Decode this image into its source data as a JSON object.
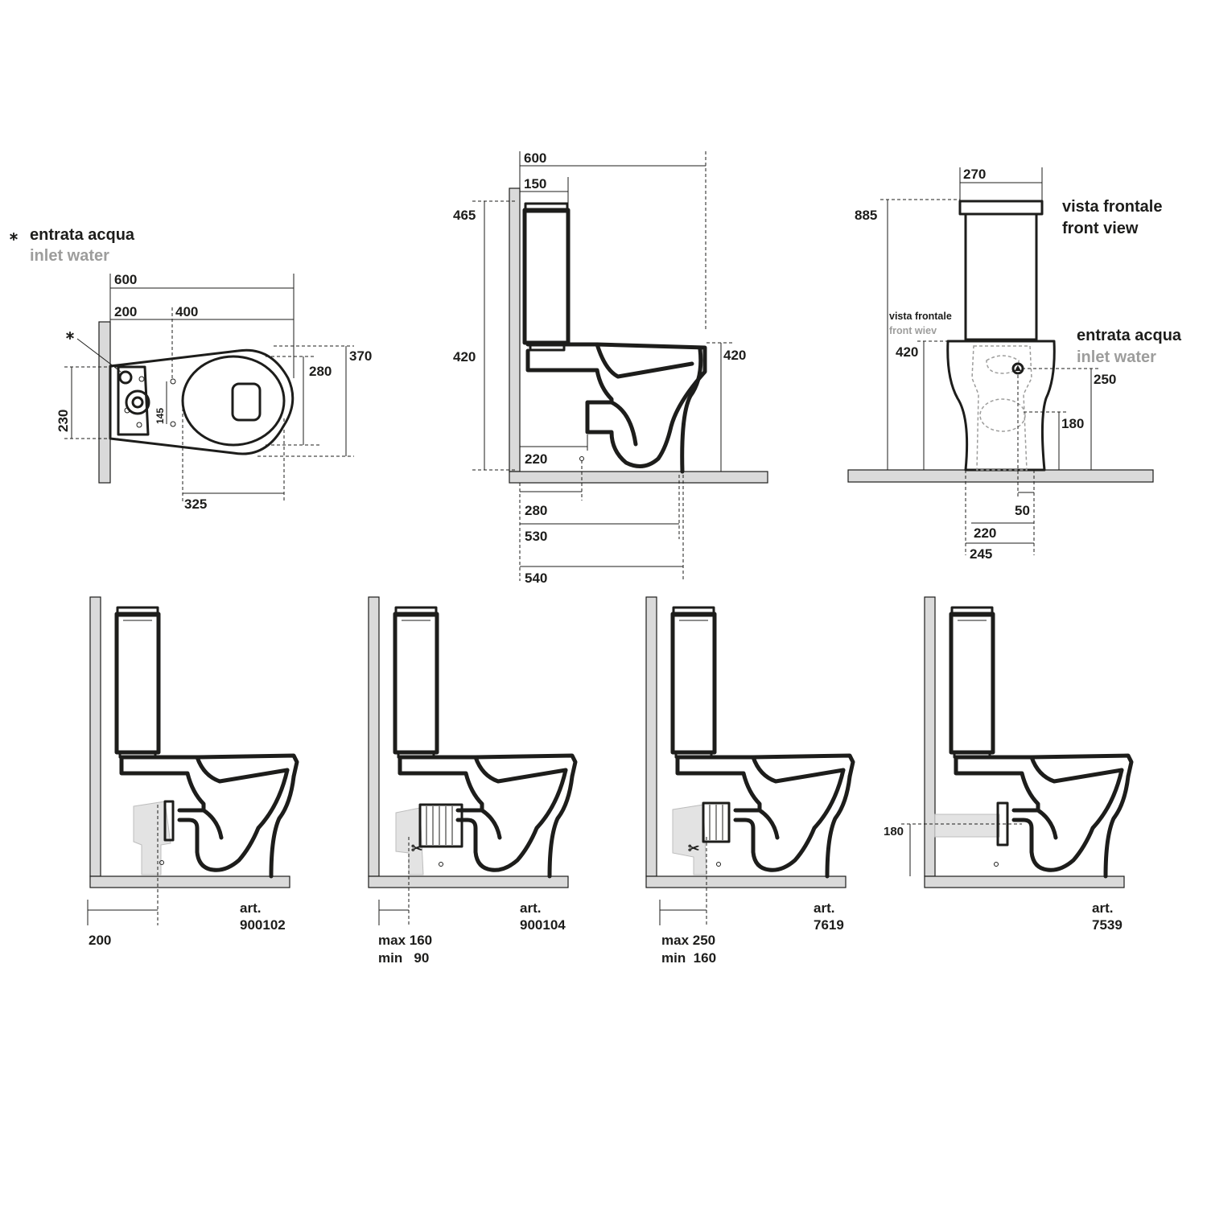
{
  "plan_view": {
    "legend_symbol": "⁎",
    "legend_it": "entrata acqua",
    "legend_en": "inlet water",
    "asterisk": "⁎",
    "dim_600": "600",
    "dim_200": "200",
    "dim_400": "400",
    "dim_370": "370",
    "dim_280": "280",
    "dim_230": "230",
    "dim_145": "145",
    "dim_325": "325"
  },
  "side_view": {
    "dim_600": "600",
    "dim_150": "150",
    "dim_465": "465",
    "dim_420_left": "420",
    "dim_420_right": "420",
    "dim_220": "220",
    "dim_280": "280",
    "dim_530": "530",
    "dim_540": "540"
  },
  "front_view": {
    "title_it": "vista frontale",
    "title_en": "front view",
    "dim_270": "270",
    "dim_885": "885",
    "label_small_it": "vista frontale",
    "label_small_en": "front wiev",
    "dim_420": "420",
    "inlet_it": "entrata acqua",
    "inlet_en": "inlet water",
    "dim_250": "250",
    "dim_180": "180",
    "dim_50": "50",
    "dim_220": "220",
    "dim_245": "245"
  },
  "variants": [
    {
      "art_label": "art.",
      "art_number": "900102",
      "dims": [
        "200"
      ]
    },
    {
      "art_label": "art.",
      "art_number": "900104",
      "dims": [
        "max 160",
        "min   90"
      ]
    },
    {
      "art_label": "art.",
      "art_number": "7619",
      "dims": [
        "max 250",
        "min  160"
      ]
    },
    {
      "art_label": "art.",
      "art_number": "7539",
      "dims": [
        "180"
      ]
    }
  ]
}
